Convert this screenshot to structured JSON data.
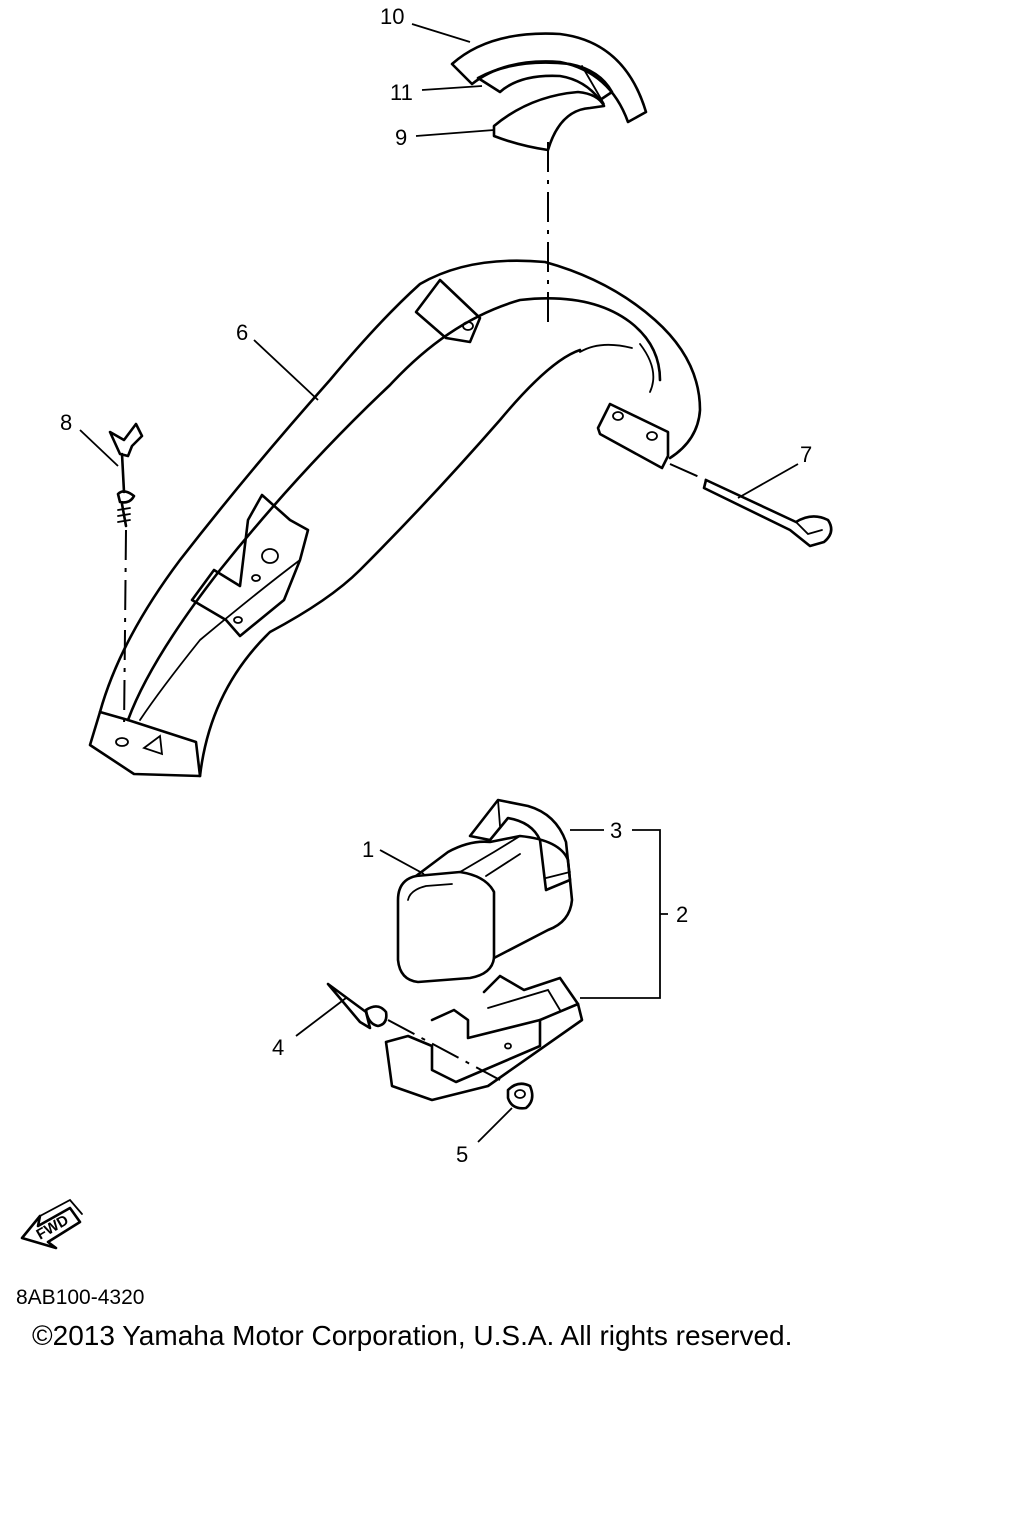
{
  "callouts": [
    {
      "id": "1",
      "label": "1"
    },
    {
      "id": "2",
      "label": "2"
    },
    {
      "id": "3",
      "label": "3"
    },
    {
      "id": "4",
      "label": "4"
    },
    {
      "id": "5",
      "label": "5"
    },
    {
      "id": "6",
      "label": "6"
    },
    {
      "id": "7",
      "label": "7"
    },
    {
      "id": "8",
      "label": "8"
    },
    {
      "id": "9",
      "label": "9"
    },
    {
      "id": "10",
      "label": "10"
    },
    {
      "id": "11",
      "label": "11"
    }
  ],
  "direction_arrow": {
    "label": "FWD"
  },
  "footer": {
    "part_code": "8AB100-4320",
    "copyright": "©2013 Yamaha Motor Corporation, U.S.A. All rights reserved."
  }
}
